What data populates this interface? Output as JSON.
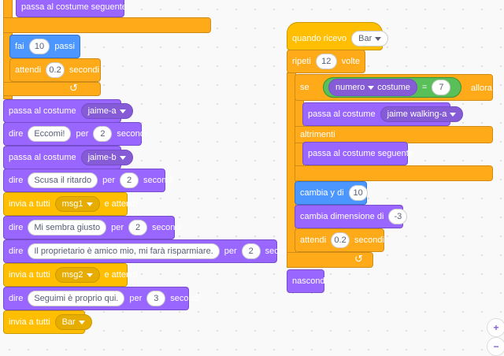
{
  "left": {
    "next_costume_top": "passa al costume seguente",
    "fai": "fai",
    "passi": "passi",
    "steps": "10",
    "attendi": "attendi",
    "wait_val": "0.2",
    "secondi": "secondi",
    "costume1": "jaime-a",
    "say1": "Eccomi!",
    "say1_secs": "2",
    "costume2": "jaime-b",
    "say2": "Scusa il ritardo",
    "say2_secs": "2",
    "broadcast_wait1": "msg1",
    "say3": "Mi sembra giusto",
    "say3_secs": "2",
    "say4": "Il proprietario è amico mio, mi farà risparmiare.",
    "say4_secs": "2",
    "broadcast_wait2": "msg2",
    "say5": "Seguimi è proprio qui.",
    "say5_secs": "3",
    "broadcast": "Bar"
  },
  "labels": {
    "passa_al_costume": "passa al costume",
    "dire": "dire",
    "per": "per",
    "secondi": "secondi",
    "invia_a_tutti": "invia a tutti",
    "e_attendi": "e attendi"
  },
  "right": {
    "quando_ricevo": "quando ricevo",
    "event_msg": "Bar",
    "ripeti": "ripeti",
    "repeat_val": "12",
    "volte": "volte",
    "se": "se",
    "numero": "numero",
    "costume": "costume",
    "eq": "=",
    "eq_val": "7",
    "allora": "allora",
    "costume_walk": "jaime walking-a",
    "altrimenti": "altrimenti",
    "next_costume": "passa al costume seguente",
    "cambia_y": "cambia y di",
    "y_val": "10",
    "cambia_dim": "cambia dimensione di",
    "dim_val": "-3",
    "attendi": "attendi",
    "wait_val": "0.2",
    "secondi": "secondi",
    "nascondi": "nascondi"
  },
  "zoom": {
    "in": "+",
    "out": "−"
  }
}
